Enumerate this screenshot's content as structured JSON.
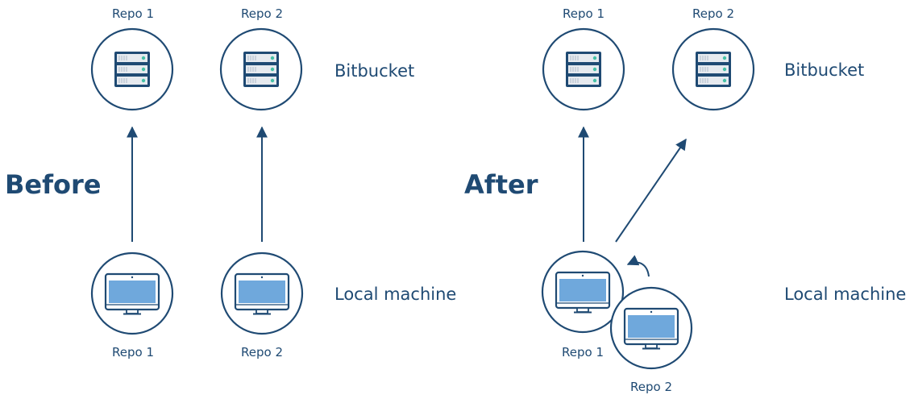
{
  "before": {
    "title": "Before",
    "remote_label": "Bitbucket",
    "local_label": "Local machine",
    "remote_repos": [
      {
        "label": "Repo 1",
        "icon": "server-icon"
      },
      {
        "label": "Repo 2",
        "icon": "server-icon"
      }
    ],
    "local_repos": [
      {
        "label": "Repo 1",
        "icon": "monitor-icon"
      },
      {
        "label": "Repo 2",
        "icon": "monitor-icon"
      }
    ]
  },
  "after": {
    "title": "After",
    "remote_label": "Bitbucket",
    "local_label": "Local machine",
    "remote_repos": [
      {
        "label": "Repo 1",
        "icon": "server-icon"
      },
      {
        "label": "Repo 2",
        "icon": "server-icon"
      }
    ],
    "local_repos": [
      {
        "label": "Repo 1",
        "icon": "monitor-icon"
      },
      {
        "label": "Repo 2",
        "icon": "monitor-icon"
      }
    ]
  },
  "colors": {
    "ink": "#1f4a73",
    "screen": "#6fa8dc",
    "led": "#45c1a6",
    "server_panel": "#e6eaef"
  }
}
